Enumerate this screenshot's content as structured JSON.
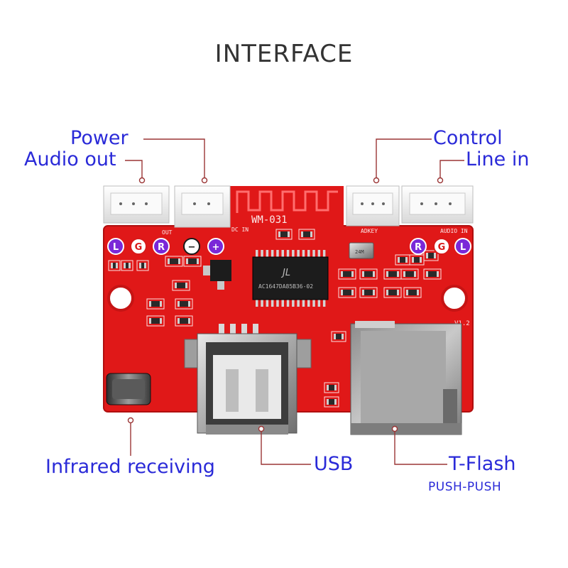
{
  "title": "INTERFACE",
  "labels": {
    "power": "Power",
    "audio_out": "Audio out",
    "control": "Control",
    "line_in": "Line in",
    "infrared": "Infrared receiving",
    "usb": "USB",
    "tflash": "T-Flash",
    "push": "PUSH-PUSH"
  },
  "board": {
    "module_name": "WM-031",
    "chip_text": "AC1647DA85B36-02",
    "version": "V1.2",
    "silk_out": "OUT",
    "silk_dc_in": "DC IN",
    "silk_adkey": "ADKEY",
    "silk_audio_in": "AUDIO IN",
    "crystal_text": "24M",
    "pcb_color": "#e01818",
    "dark_red": "#a30d0d"
  },
  "pins_out": [
    "L",
    "G",
    "R"
  ],
  "pins_in": [
    "R",
    "G",
    "L"
  ],
  "power_pins": [
    "−",
    "+"
  ],
  "colors": {
    "label": "#2a2ad8",
    "leader": "#9b3535",
    "badge_purple": "#7a28d8",
    "badge_red": "#d81a1a"
  }
}
